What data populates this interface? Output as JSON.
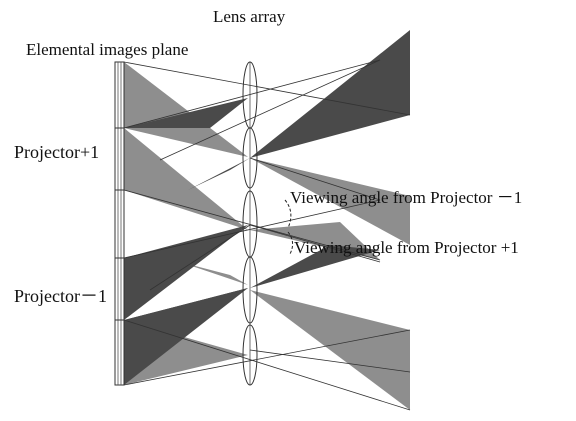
{
  "labels": {
    "lens_array": "Lens array",
    "elemental_images_plane": "Elemental images plane",
    "projector_plus1": "Projector+1",
    "projector_minus1": "Projector－1",
    "viewing_angle_minus1": "Viewing angle from Projector －1",
    "viewing_angle_plus1": "Viewing angle from Projector +1"
  },
  "colors": {
    "dark_beam": "#4a4a4a",
    "light_beam": "#8e8e8e",
    "line": "#333333",
    "background": "#ffffff"
  }
}
